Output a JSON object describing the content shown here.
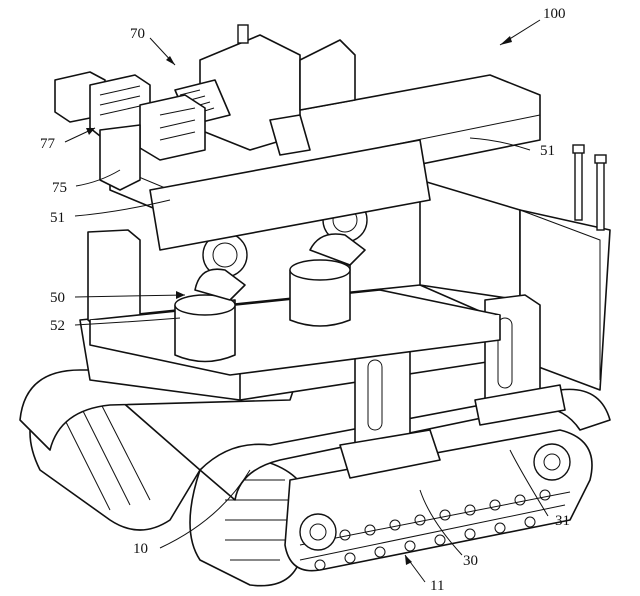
{
  "figure": {
    "labels": [
      {
        "id": "label-100",
        "text": "100"
      },
      {
        "id": "label-70",
        "text": "70"
      },
      {
        "id": "label-77",
        "text": "77"
      },
      {
        "id": "label-75",
        "text": "75"
      },
      {
        "id": "label-51-left",
        "text": "51"
      },
      {
        "id": "label-51-right",
        "text": "51"
      },
      {
        "id": "label-50",
        "text": "50"
      },
      {
        "id": "label-52",
        "text": "52"
      },
      {
        "id": "label-10",
        "text": "10"
      },
      {
        "id": "label-30",
        "text": "30"
      },
      {
        "id": "label-31",
        "text": "31"
      },
      {
        "id": "label-11",
        "text": "11"
      }
    ]
  }
}
